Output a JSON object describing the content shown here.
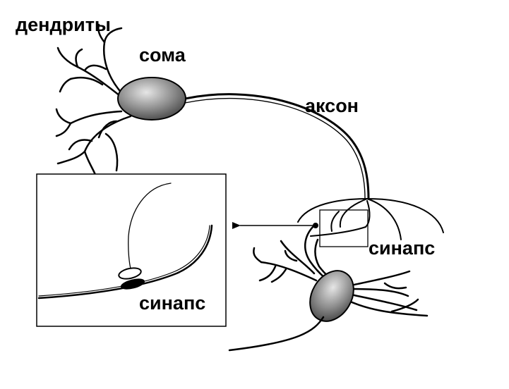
{
  "labels": {
    "dendrites": "дендриты",
    "soma": "сома",
    "axon": "аксон",
    "synapse_main": "синапс",
    "synapse_inset": "синапс"
  },
  "colors": {
    "line": "#000000",
    "background": "#ffffff",
    "soma_light": "#e6e6e6",
    "soma_dark": "#3a3a3a"
  }
}
